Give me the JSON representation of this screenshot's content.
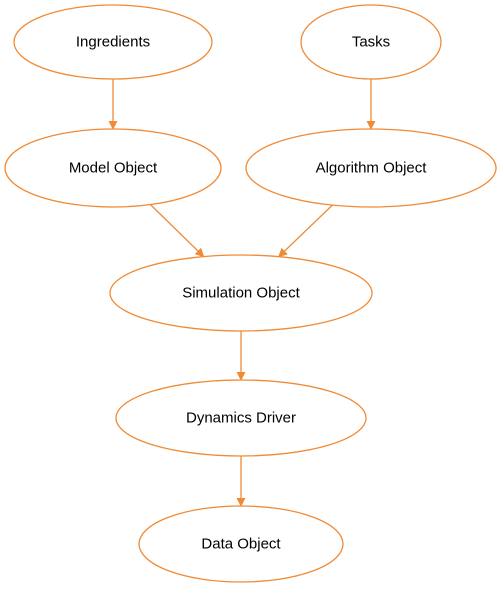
{
  "colors": {
    "node_stroke": "#f08a35",
    "edge": "#f08a35",
    "label": "#000000"
  },
  "nodes": [
    {
      "id": "ingredients",
      "label": "Ingredients"
    },
    {
      "id": "tasks",
      "label": "Tasks"
    },
    {
      "id": "model",
      "label": "Model Object"
    },
    {
      "id": "algorithm",
      "label": "Algorithm Object"
    },
    {
      "id": "simulation",
      "label": "Simulation Object"
    },
    {
      "id": "dynamics",
      "label": "Dynamics Driver"
    },
    {
      "id": "data",
      "label": "Data Object"
    }
  ],
  "edges": [
    {
      "from": "ingredients",
      "to": "model"
    },
    {
      "from": "tasks",
      "to": "algorithm"
    },
    {
      "from": "model",
      "to": "simulation"
    },
    {
      "from": "algorithm",
      "to": "simulation"
    },
    {
      "from": "simulation",
      "to": "dynamics"
    },
    {
      "from": "dynamics",
      "to": "data"
    }
  ]
}
